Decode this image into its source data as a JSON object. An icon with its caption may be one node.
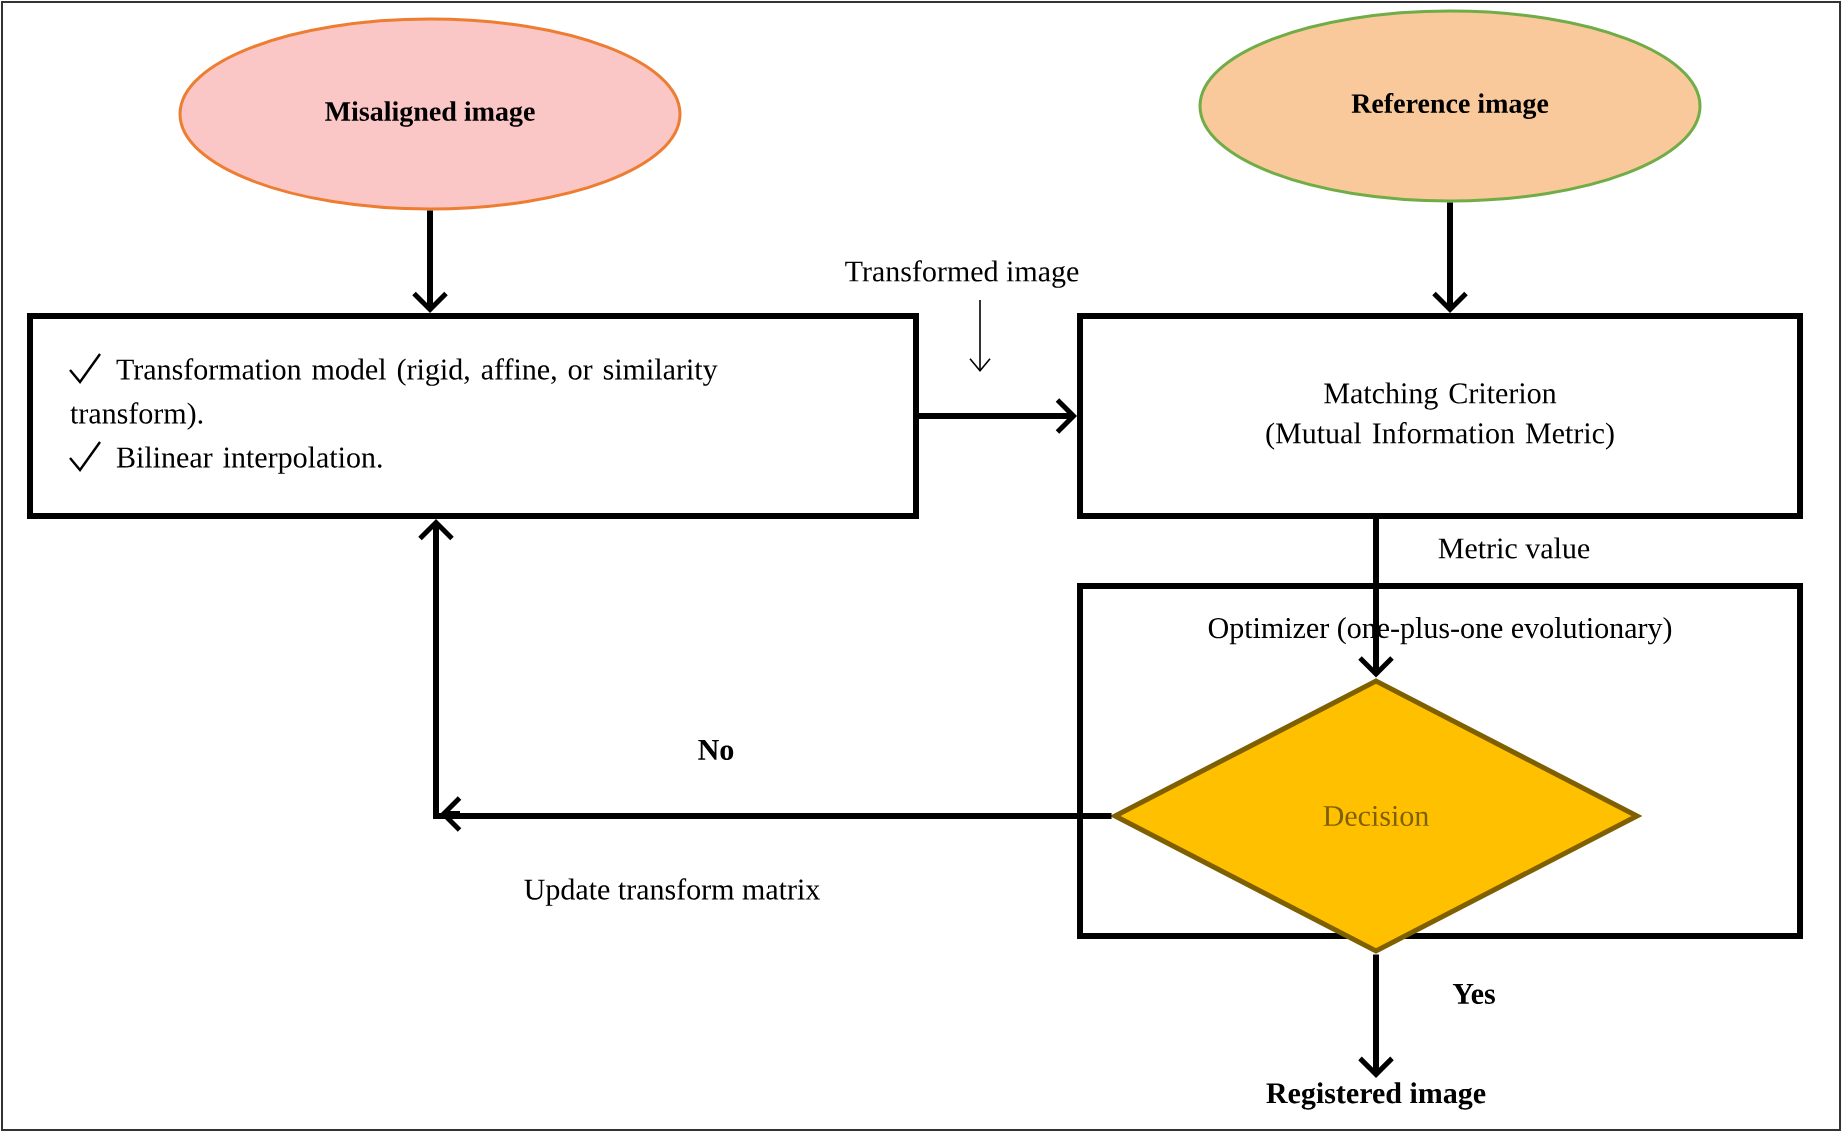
{
  "diagram": {
    "nodes": [
      {
        "text": [
          "Misaligned image"
        ]
      },
      {
        "text": [
          "Reference image"
        ]
      },
      {
        "text": [
          "Transformation model (rigid, affine, or similarity transform).",
          "Bilinear interpolation."
        ]
      },
      {
        "text": [
          "Matching Criterion",
          "(Mutual Information Metric)"
        ]
      },
      {
        "text": [
          "Optimizer (one-plus-one evolutionary)"
        ]
      },
      {
        "text": [
          "Decision"
        ],
        "in": 4
      },
      {
        "text": [
          "Registered image"
        ]
      }
    ],
    "edges": [
      {
        "from": 0,
        "to": 2,
        "arrow": "to"
      },
      {
        "from": 1,
        "to": 3,
        "arrow": "to"
      },
      {
        "from": 2,
        "to": 3,
        "arrow": "to",
        "label": "Transformed image"
      },
      {
        "from": 3,
        "to": 5,
        "arrow": "to",
        "label": "Metric value"
      },
      {
        "from": 5,
        "to": 2,
        "arrow": "to",
        "label": "No"
      },
      {
        "from": 5,
        "to": 6,
        "arrow": "to",
        "label": "Yes"
      }
    ],
    "labels": [
      "Update transform matrix"
    ]
  }
}
